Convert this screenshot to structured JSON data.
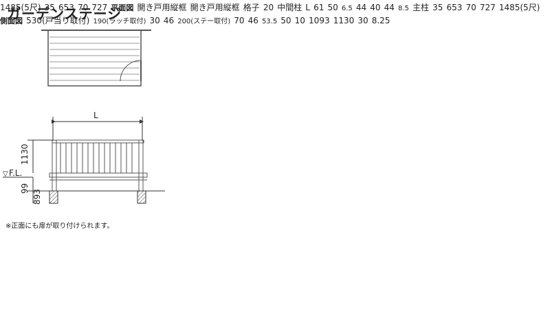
{
  "title": "ガーデンステージ",
  "note": "※正面にも扉が取り付けられます。",
  "sections": {
    "plan": "平面図",
    "side": "側面図"
  },
  "front_view": {
    "L": "L",
    "h1130": "1130",
    "fl": "F.L.",
    "h99": "99",
    "h893": "893"
  },
  "side_view": {
    "total": "1485(5尺)",
    "d35": "35",
    "d653": "653",
    "d70": "70",
    "d727": "727"
  },
  "plan_view": {
    "frame_a": "開き戸用縦框",
    "frame_b": "開き戸用縦框",
    "lattice": "格子",
    "mid_post": "中間柱",
    "main_post": "主柱",
    "L": "L",
    "d61": "61",
    "d50": "50",
    "d20": "20",
    "d6_5": "6.5",
    "d44a": "44",
    "d40": "40",
    "d44b": "44",
    "d8_5": "8.5",
    "d35": "35",
    "d653": "653",
    "d70": "70",
    "d727": "727",
    "total": "1485(5尺)"
  },
  "side_section": {
    "d10": "10",
    "d530": "530(戸当り取付)",
    "d190": "190(ラッチ取付)",
    "d30a": "30",
    "d46a": "46",
    "d200": "200(ステー取付)",
    "d70": "70",
    "d46b": "46",
    "d53_5": "53.5",
    "d50": "50",
    "d1093": "1093",
    "d1130": "1130",
    "d30b": "30",
    "d8_25": "8.25"
  }
}
